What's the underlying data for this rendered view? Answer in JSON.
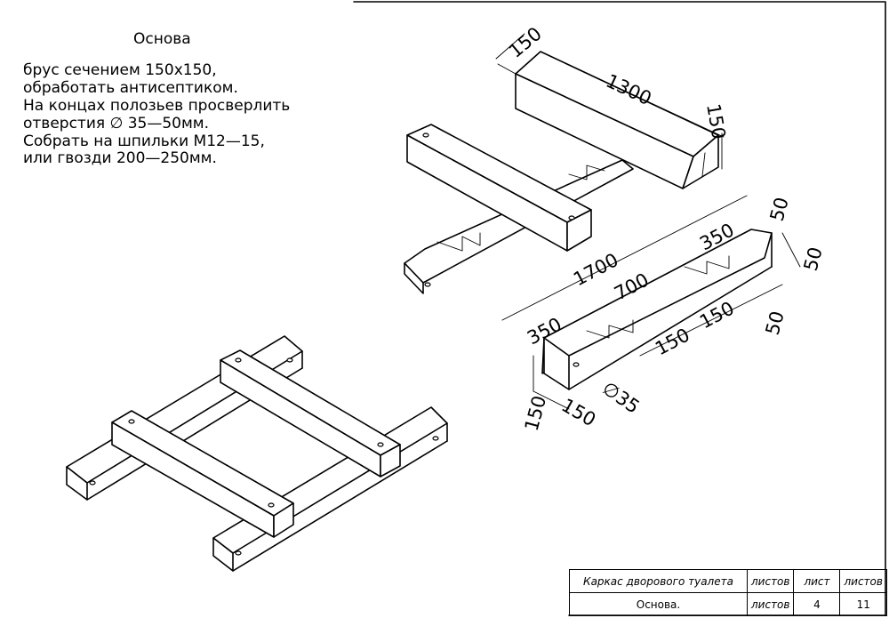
{
  "title": "Основа",
  "notes": [
    "брус сечением 150х150,",
    "обработать антисептиком.",
    "На концах полозьев просверлить",
    "отверстия ∅ 35—50мм.",
    "Собрать на шпильки М12—15,",
    "или гвозди 200—250мм."
  ],
  "dims": {
    "top_width": "150",
    "top_length": "1300",
    "top_height": "150",
    "runner_length": "1700",
    "seg_350_right": "350",
    "seg_700": "700",
    "seg_350_left": "350",
    "notch_150_a": "150",
    "notch_150_b": "150",
    "notch_50_a": "50",
    "notch_50_b": "50",
    "notch_50_c": "50",
    "hole": "∅35",
    "end_height": "150",
    "end_width": "150"
  },
  "stamp": {
    "project": "Каркас дворового туалета",
    "sheets_label": "листов",
    "sheet_label": "лист",
    "sheets_label_2": "листов",
    "name": "Основа.",
    "sheets_label_3": "листов",
    "sheet_no": "4",
    "sheets_total": "11"
  }
}
